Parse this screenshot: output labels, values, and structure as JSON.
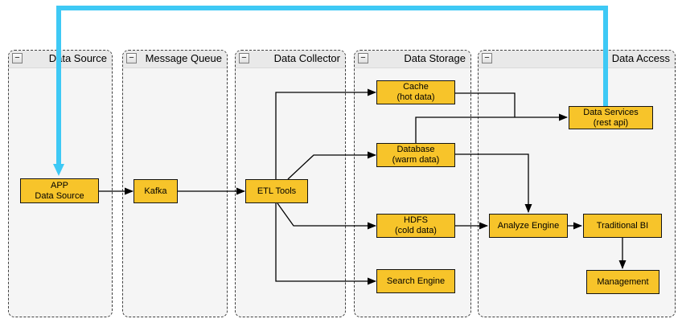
{
  "ui": {
    "collapse_glyph": "−"
  },
  "colors": {
    "node_fill": "#F7C42A",
    "node_border": "#141414",
    "lane_background": "#F5F5F5",
    "lane_header_background": "#E9E9E9",
    "edge": "#000000",
    "feedback_edge": "#3EC9F5"
  },
  "lanes": [
    {
      "id": "data-source",
      "title": "Data Source"
    },
    {
      "id": "message-queue",
      "title": "Message Queue"
    },
    {
      "id": "data-collector",
      "title": "Data Collector"
    },
    {
      "id": "data-storage",
      "title": "Data Storage"
    },
    {
      "id": "data-access",
      "title": "Data Access"
    }
  ],
  "nodes": {
    "app": {
      "lane": "data-source",
      "lines": [
        "APP",
        "Data Source"
      ]
    },
    "kafka": {
      "lane": "message-queue",
      "lines": [
        "Kafka"
      ]
    },
    "etl": {
      "lane": "data-collector",
      "lines": [
        "ETL Tools"
      ]
    },
    "cache": {
      "lane": "data-storage",
      "lines": [
        "Cache",
        "(hot data)"
      ]
    },
    "database": {
      "lane": "data-storage",
      "lines": [
        "Database",
        "(warm data)"
      ]
    },
    "hdfs": {
      "lane": "data-storage",
      "lines": [
        "HDFS",
        "(cold data)"
      ]
    },
    "search": {
      "lane": "data-storage",
      "lines": [
        "Search Engine"
      ]
    },
    "dataservices": {
      "lane": "data-access",
      "lines": [
        "Data Services",
        "(rest api)"
      ]
    },
    "analyze": {
      "lane": "data-access",
      "lines": [
        "Analyze Engine"
      ]
    },
    "tradbi": {
      "lane": "data-access",
      "lines": [
        "Traditional BI"
      ]
    },
    "management": {
      "lane": "data-access",
      "lines": [
        "Management"
      ]
    }
  },
  "connections": [
    {
      "from": "APP Data Source",
      "to": "Kafka",
      "type": "flow"
    },
    {
      "from": "Kafka",
      "to": "ETL Tools",
      "type": "flow"
    },
    {
      "from": "ETL Tools",
      "to": "Cache (hot data)",
      "type": "flow"
    },
    {
      "from": "ETL Tools",
      "to": "Database (warm data)",
      "type": "flow"
    },
    {
      "from": "ETL Tools",
      "to": "HDFS (cold data)",
      "type": "flow"
    },
    {
      "from": "ETL Tools",
      "to": "Search Engine",
      "type": "flow"
    },
    {
      "from": "Cache (hot data)",
      "to": "Data Services (rest api)",
      "type": "flow"
    },
    {
      "from": "Database (warm data)",
      "to": "Data Services (rest api)",
      "type": "flow"
    },
    {
      "from": "Database (warm data)",
      "to": "Analyze Engine",
      "type": "flow"
    },
    {
      "from": "HDFS (cold data)",
      "to": "Analyze Engine",
      "type": "flow"
    },
    {
      "from": "Analyze Engine",
      "to": "Traditional BI",
      "type": "flow"
    },
    {
      "from": "Traditional BI",
      "to": "Management",
      "type": "flow"
    },
    {
      "from": "Data Services (rest api)",
      "to": "APP Data Source",
      "type": "feedback"
    }
  ]
}
